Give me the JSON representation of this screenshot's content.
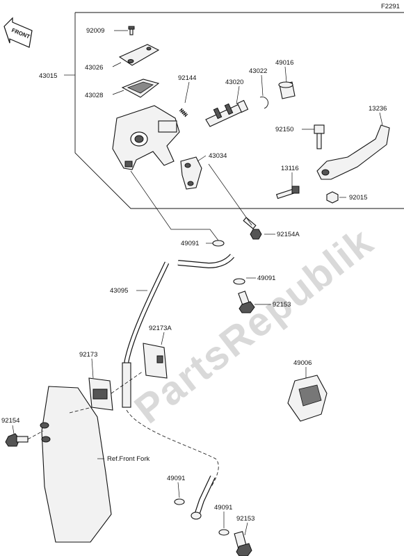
{
  "figure_code": "F2291",
  "front_arrow_label": "FRONT",
  "watermark": "PartsRepublik",
  "reference_note": "Ref.Front Fork",
  "callouts": [
    {
      "id": "c92009",
      "text": "92009"
    },
    {
      "id": "c43026",
      "text": "43026"
    },
    {
      "id": "c43015",
      "text": "43015"
    },
    {
      "id": "c43028",
      "text": "43028"
    },
    {
      "id": "c92144",
      "text": "92144"
    },
    {
      "id": "c43020",
      "text": "43020"
    },
    {
      "id": "c43022",
      "text": "43022"
    },
    {
      "id": "c49016",
      "text": "49016"
    },
    {
      "id": "c13236",
      "text": "13236"
    },
    {
      "id": "c92150",
      "text": "92150"
    },
    {
      "id": "c43034",
      "text": "43034"
    },
    {
      "id": "c13116",
      "text": "13116"
    },
    {
      "id": "c92015",
      "text": "92015"
    },
    {
      "id": "c92154A",
      "text": "92154A"
    },
    {
      "id": "c49091a",
      "text": "49091"
    },
    {
      "id": "c43095",
      "text": "43095"
    },
    {
      "id": "c49091b",
      "text": "49091"
    },
    {
      "id": "c92153a",
      "text": "92153"
    },
    {
      "id": "c92173A",
      "text": "92173A"
    },
    {
      "id": "c92173",
      "text": "92173"
    },
    {
      "id": "c49006",
      "text": "49006"
    },
    {
      "id": "c92154",
      "text": "92154"
    },
    {
      "id": "c49091c",
      "text": "49091"
    },
    {
      "id": "c49091d",
      "text": "49091"
    },
    {
      "id": "c92153b",
      "text": "92153"
    }
  ]
}
